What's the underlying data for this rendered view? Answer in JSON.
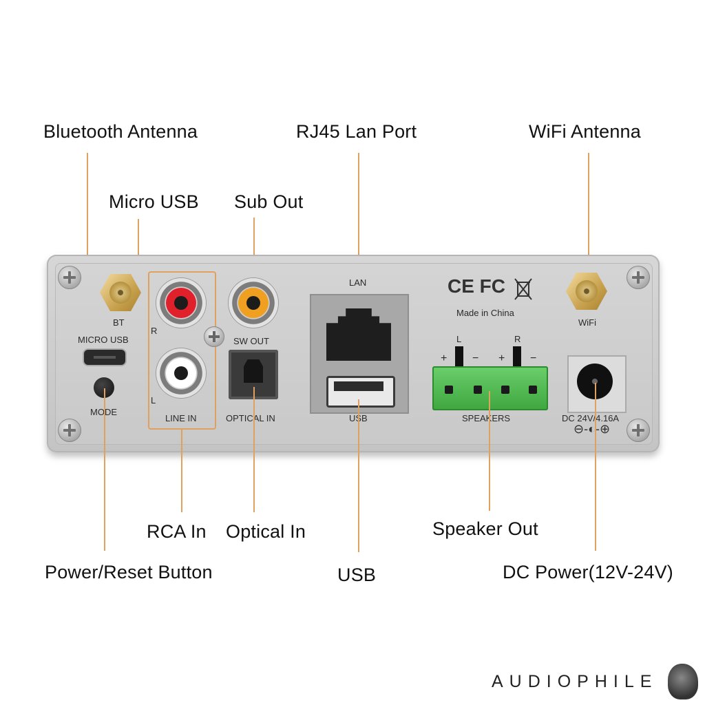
{
  "callouts": {
    "bluetooth_antenna": "Bluetooth Antenna",
    "rj45_lan_port": "RJ45 Lan Port",
    "wifi_antenna": "WiFi Antenna",
    "micro_usb": "Micro USB",
    "sub_out": "Sub Out",
    "rca_in": "RCA In",
    "optical_in": "Optical In",
    "speaker_out": "Speaker Out",
    "power_reset_button": "Power/Reset Button",
    "usb": "USB",
    "dc_power": "DC Power(12V-24V)"
  },
  "panel_labels": {
    "bt": "BT",
    "micro_usb": "MICRO USB",
    "mode": "MODE",
    "rca_r": "R",
    "rca_l": "L",
    "line_in": "LINE IN",
    "sw_out": "SW OUT",
    "optical_in": "OPTICAL IN",
    "lan": "LAN",
    "usb": "USB",
    "certifications": "CE FC",
    "made_in": "Made in China",
    "speaker_l": "L",
    "speaker_r": "R",
    "plus": "+",
    "minus": "−",
    "speakers": "SPEAKERS",
    "dc_rating": "DC 24V/4.16A",
    "polarity_symbol": "⊖-◐-⊕",
    "wifi": "WiFi"
  },
  "brand": "AUDIOPHILE",
  "colors": {
    "leader_line": "#e0a060",
    "panel": "#cfcfcf",
    "rca_right": "#e0202a",
    "rca_left": "#ffffff",
    "sub_out": "#f0a020",
    "speaker_terminal": "#4fbf4f",
    "antenna": "#d4b060"
  },
  "icons": [
    "screw-icon",
    "antenna-connector-icon",
    "weee-bin-icon",
    "audiophile-head-logo-icon"
  ]
}
